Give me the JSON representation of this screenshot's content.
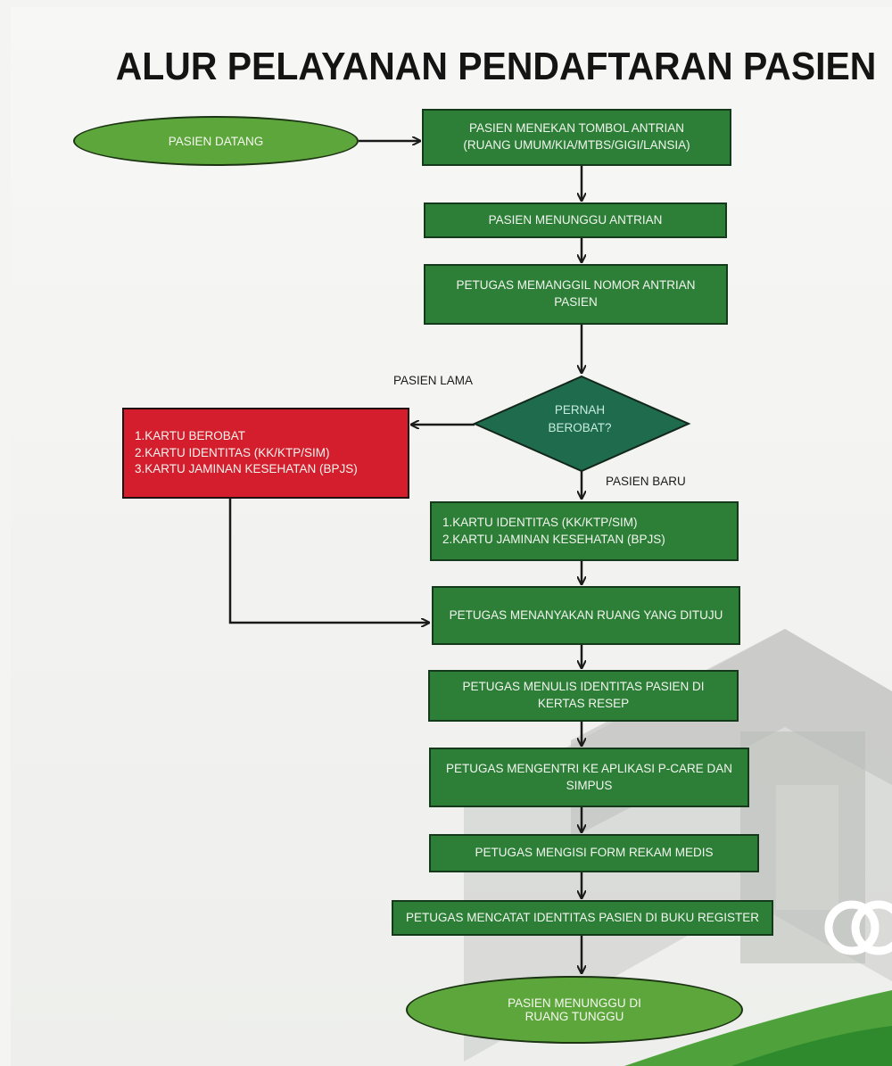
{
  "title": "ALUR PELAYANAN PENDAFTARAN PASIEN",
  "nodes": {
    "start": "PASIEN DATANG",
    "step1": [
      "PASIEN  MENEKAN TOMBOL ANTRIAN",
      "(RUANG UMUM/KIA/MTBS/GIGI/LANSIA)"
    ],
    "step2": "PASIEN MENUNGGU ANTRIAN",
    "step3": [
      "PETUGAS MEMANGGIL NOMOR  ANTRIAN",
      "PASIEN"
    ],
    "decision": [
      "PERNAH",
      "BEROBAT?"
    ],
    "old_patient_docs": [
      "1.KARTU BEROBAT",
      "2.KARTU IDENTITAS (KK/KTP/SIM)",
      "3.KARTU JAMINAN KESEHATAN (BPJS)"
    ],
    "new_patient_docs": [
      "1.KARTU IDENTITAS (KK/KTP/SIM)",
      "2.KARTU JAMINAN KESEHATAN (BPJS)"
    ],
    "step4": "PETUGAS MENANYAKAN RUANG YANG DITUJU",
    "step5": [
      "PETUGAS MENULIS IDENTITAS PASIEN DI",
      "KERTAS RESEP"
    ],
    "step6": [
      "PETUGAS MENGENTRI KE APLIKASI P-CARE DAN",
      "SIMPUS"
    ],
    "step7": "PETUGAS MENGISI FORM REKAM MEDIS",
    "step8": "PETUGAS MENCATAT IDENTITAS PASIEN DI BUKU REGISTER",
    "end": [
      "PASIEN MENUNGGU DI",
      "RUANG TUNGGU"
    ]
  },
  "edge_labels": {
    "old": "PASIEN LAMA",
    "new": "PASIEN BARU"
  },
  "colors": {
    "process": "#2d7f38",
    "terminal": "#5ca63c",
    "decision": "#1f6b4d",
    "old_patient": "#d51e2d"
  }
}
